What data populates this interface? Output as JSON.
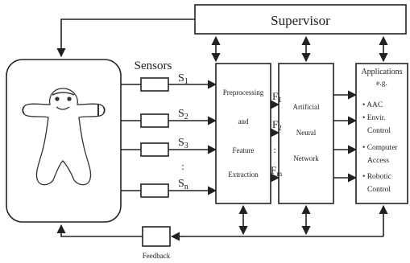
{
  "diagram": {
    "supervisor": "Supervisor",
    "sensors_label": "Sensors",
    "sensor_signals": [
      {
        "letter": "S",
        "sub": "1"
      },
      {
        "letter": "S",
        "sub": "2"
      },
      {
        "letter": "S",
        "sub": "3"
      },
      {
        "letter": "S",
        "sub": "n"
      }
    ],
    "dots": ":",
    "preprocessing": {
      "line1": "Preprocessing",
      "line2": "and",
      "line3": "Feature",
      "line4": "Extraction"
    },
    "features": [
      {
        "letter": "F",
        "sub": "1"
      },
      {
        "letter": "F",
        "sub": "2"
      },
      {
        "letter": "F",
        "sub": "m"
      }
    ],
    "ann": {
      "line1": "Artificial",
      "line2": "Neural",
      "line3": "Network"
    },
    "applications": {
      "title": "Applications",
      "subtitle": "e.g.",
      "lines": [
        "• AAC",
        "• Envir.",
        "Control",
        "• Computer",
        "Access",
        "• Robotic",
        "Control"
      ]
    },
    "feedback": "Feedback"
  },
  "colors": {
    "ink": "#222222",
    "paper": "#ffffff"
  }
}
